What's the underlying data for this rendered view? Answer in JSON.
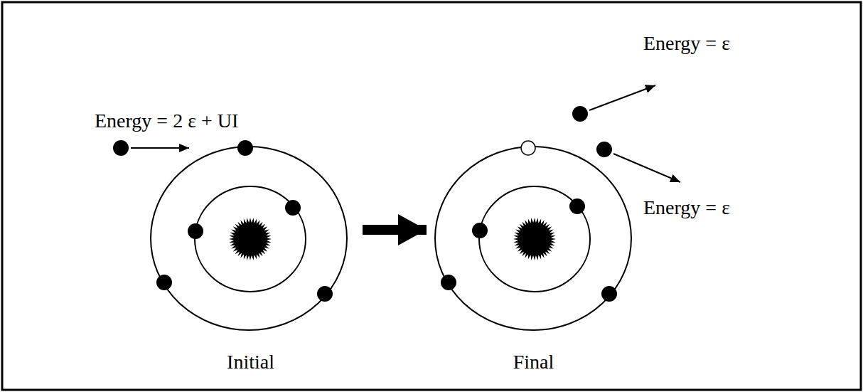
{
  "diagram": {
    "nodes": [
      {
        "text": [
          "Initial"
        ]
      },
      {
        "text": [
          "Final"
        ]
      }
    ],
    "edges": [
      {
        "from": 0,
        "to": 1,
        "arrow": "to"
      }
    ],
    "labels": [
      "Energy = 2 ε + UI",
      "Energy = ε",
      "Energy = ε"
    ]
  }
}
